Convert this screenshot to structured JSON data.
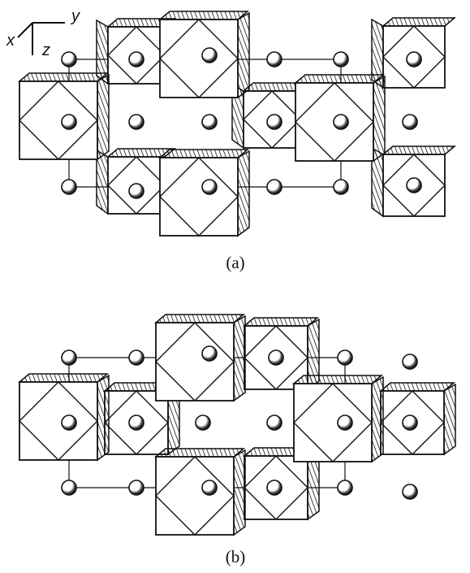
{
  "figure": {
    "axes": {
      "x": "x",
      "y": "y",
      "z": "z"
    },
    "panels": [
      {
        "id": "a",
        "caption": "(a)"
      },
      {
        "id": "b",
        "caption": "(b)"
      }
    ],
    "colors": {
      "ink": "#111111",
      "paper": "#ffffff"
    },
    "icon_names": [
      "octahedron-icon",
      "atom-sphere-icon",
      "axis-triad-icon"
    ]
  }
}
